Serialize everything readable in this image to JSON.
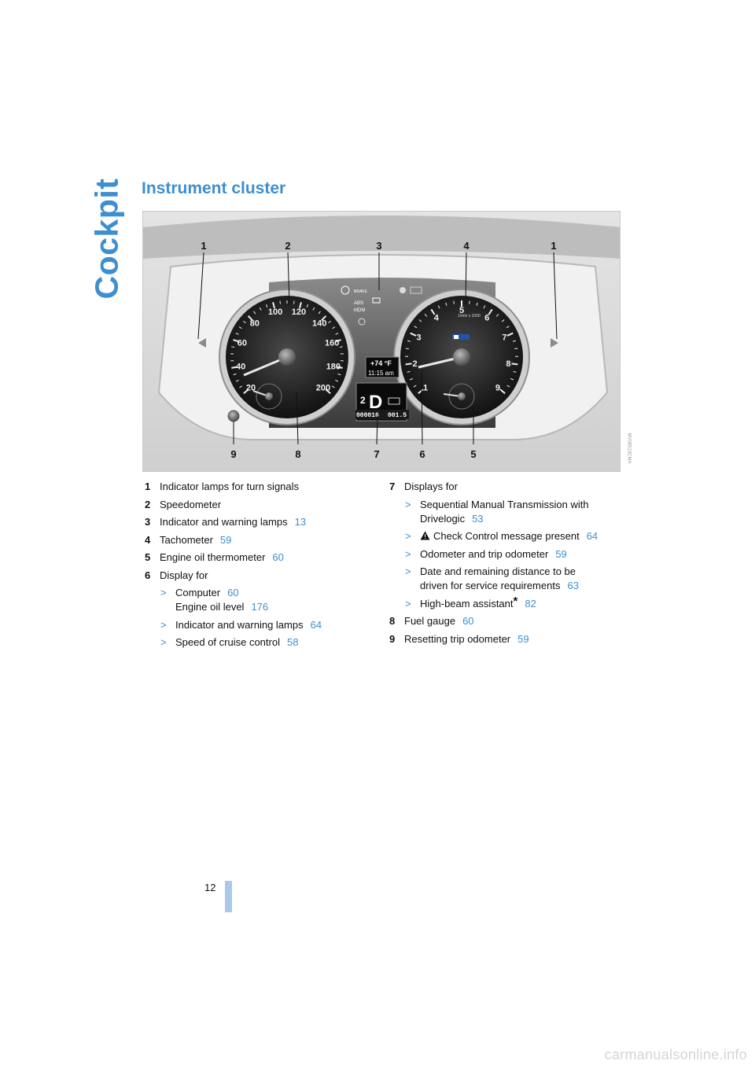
{
  "section_title": "Cockpit",
  "heading": "Instrument cluster",
  "figure": {
    "callouts": [
      "1",
      "2",
      "3",
      "4",
      "1",
      "9",
      "8",
      "7",
      "6",
      "5"
    ],
    "speedo_labels": [
      "20",
      "40",
      "60",
      "80",
      "100",
      "120",
      "140",
      "160",
      "180",
      "200"
    ],
    "tacho_labels": [
      "1",
      "2",
      "3",
      "4",
      "5",
      "6",
      "7",
      "8",
      "9"
    ],
    "display": {
      "temp": "+74 °F",
      "time": "11:15 am",
      "gear": "D",
      "gear_num": "2",
      "odometer": "000016",
      "trip": "001.5"
    },
    "warning_lamps": [
      "BRAKE",
      "ABS",
      "MDM"
    ],
    "tacho_text": "1/min x 1000",
    "image_code": "MV06510CMA"
  },
  "left_items": [
    {
      "num": "1",
      "text": "Indicator lamps for turn signals",
      "ref": ""
    },
    {
      "num": "2",
      "text": "Speedometer",
      "ref": ""
    },
    {
      "num": "3",
      "text": "Indicator and warning lamps",
      "ref": "13"
    },
    {
      "num": "4",
      "text": "Tachometer",
      "ref": "59"
    },
    {
      "num": "5",
      "text": "Engine oil thermometer",
      "ref": "60"
    },
    {
      "num": "6",
      "text": "Display for",
      "ref": ""
    }
  ],
  "left_subitems": [
    {
      "marker": ">",
      "line1": "Computer",
      "ref1": "60",
      "line2": "Engine oil level",
      "ref2": "176"
    },
    {
      "marker": ">",
      "text": "Indicator and warning lamps",
      "ref": "64"
    },
    {
      "marker": ">",
      "text": "Speed of cruise control",
      "ref": "58"
    }
  ],
  "right_items": [
    {
      "num": "7",
      "text": "Displays for",
      "ref": ""
    },
    {
      "num": "8",
      "text": "Fuel gauge",
      "ref": "60"
    },
    {
      "num": "9",
      "text": "Resetting trip odometer",
      "ref": "59"
    }
  ],
  "right_subitems": [
    {
      "marker": ">",
      "line1": "Sequential Manual Transmission with",
      "line2": "Drivelogic",
      "ref": "53"
    },
    {
      "marker": ">",
      "text": "Check Control message present",
      "ref": "64",
      "icon": "warning-triangle-icon"
    },
    {
      "marker": ">",
      "text": "Odometer and trip odometer",
      "ref": "59"
    },
    {
      "marker": ">",
      "line1": "Date and remaining distance to be",
      "line2": "driven for service requirements",
      "ref": "63"
    },
    {
      "marker": ">",
      "text": "High-beam assistant",
      "star": "*",
      "ref": "82"
    }
  ],
  "page_number": "12",
  "watermark": "carmanualsonline.info",
  "colors": {
    "accent": "#3d8fd1",
    "page_bar": "#aac8ec"
  }
}
